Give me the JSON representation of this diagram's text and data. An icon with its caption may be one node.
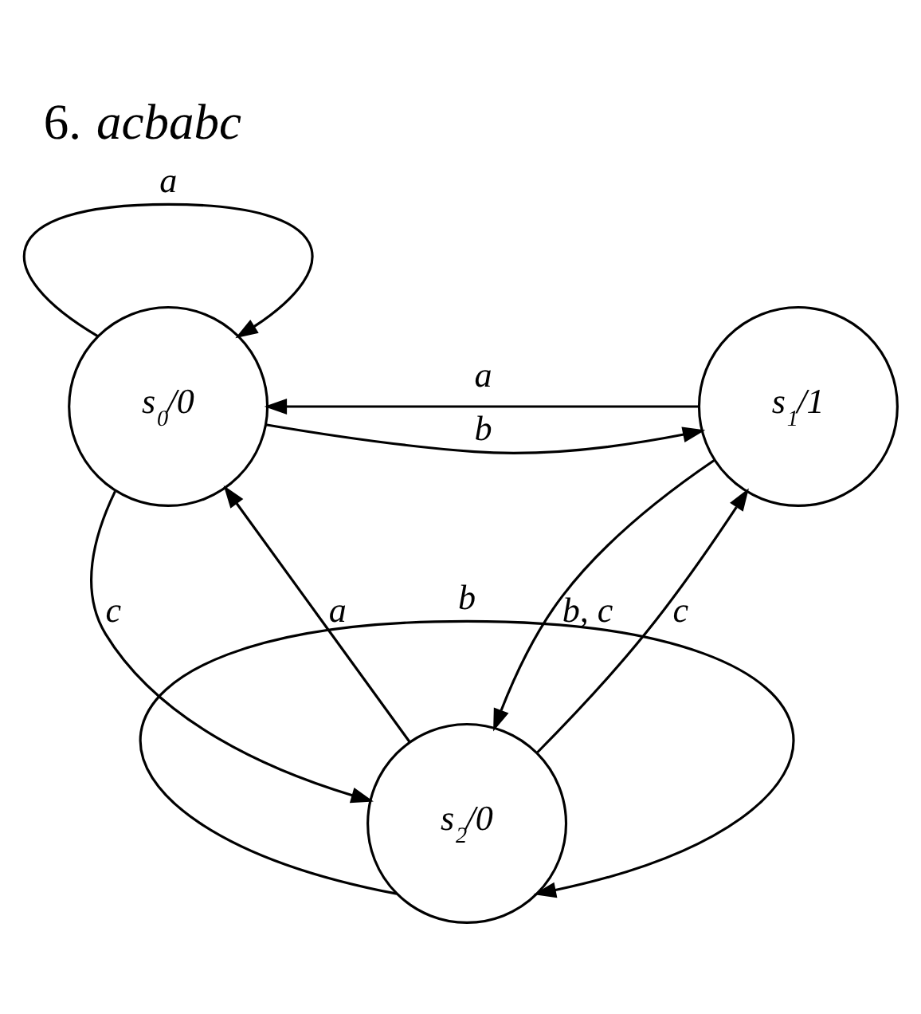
{
  "diagram": {
    "title": "6. acbabc",
    "nodes": [
      {
        "text": [
          "s$_{0}$/0"
        ]
      },
      {
        "text": [
          "s$_{1}$/1"
        ]
      },
      {
        "text": [
          "s$_{2}$/0"
        ]
      }
    ],
    "edges": [
      {
        "from": 0,
        "to": 0,
        "arrow": "to",
        "label": "a"
      },
      {
        "from": 1,
        "to": 0,
        "arrow": "to",
        "label": "a"
      },
      {
        "from": 0,
        "to": 1,
        "arrow": "to",
        "label": "b"
      },
      {
        "from": 0,
        "to": 2,
        "arrow": "to",
        "label": "c"
      },
      {
        "from": 2,
        "to": 0,
        "arrow": "to",
        "label": "a"
      },
      {
        "from": 2,
        "to": 1,
        "arrow": "to",
        "label": "c"
      },
      {
        "from": 1,
        "to": 2,
        "arrow": "to",
        "label": "b, c"
      },
      {
        "from": 2,
        "to": 2,
        "arrow": "to",
        "label": "b"
      }
    ]
  }
}
